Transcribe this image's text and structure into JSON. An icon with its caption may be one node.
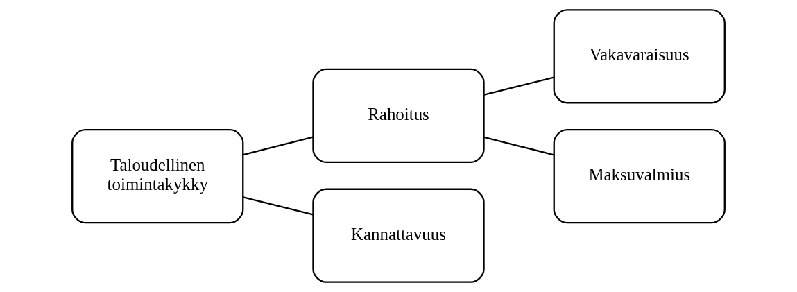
{
  "diagram": {
    "nodes": [
      {
        "text": [
          "Taloudellinen toimintakykky"
        ]
      },
      {
        "text": [
          "Rahoitus"
        ]
      },
      {
        "text": [
          "Kannattavuus"
        ]
      },
      {
        "text": [
          "Vakavaraisuus"
        ]
      },
      {
        "text": [
          "Maksuvalmius"
        ]
      }
    ],
    "edges": [
      {
        "from": 0,
        "to": 1,
        "arrow": "none"
      },
      {
        "from": 0,
        "to": 2,
        "arrow": "none"
      },
      {
        "from": 1,
        "to": 3,
        "arrow": "none"
      },
      {
        "from": 1,
        "to": 4,
        "arrow": "none"
      }
    ]
  }
}
